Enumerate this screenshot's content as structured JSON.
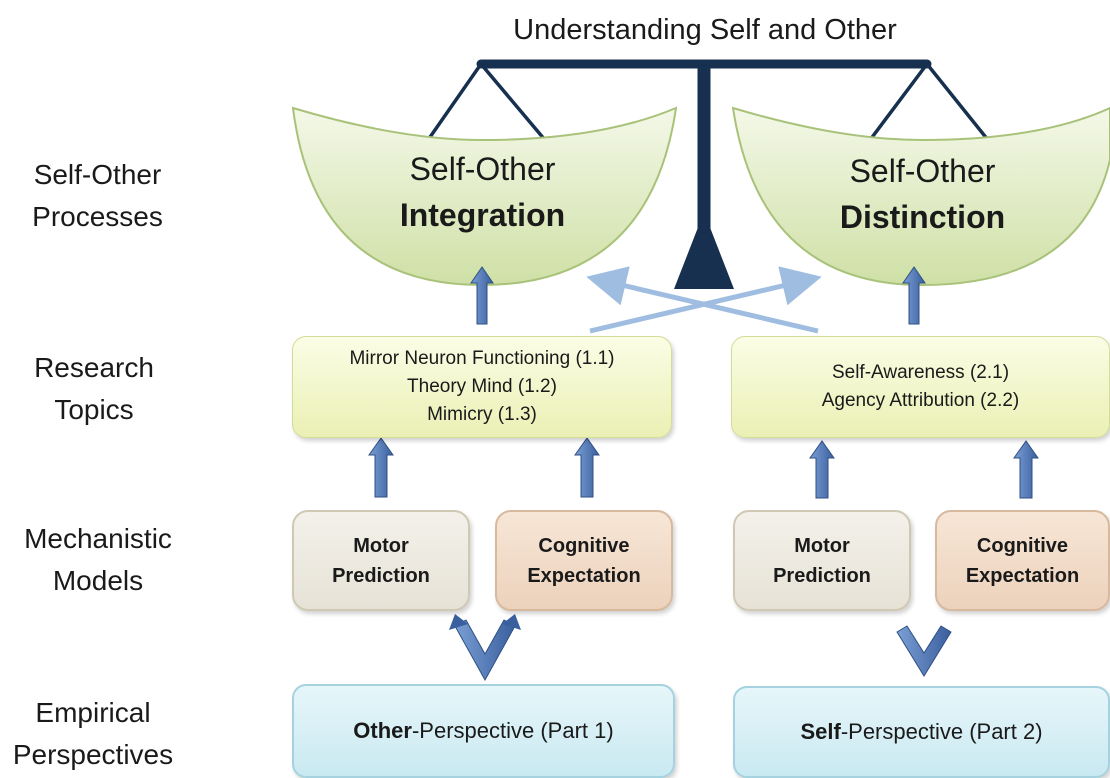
{
  "title": "Understanding Self and Other",
  "row_labels": {
    "processes": [
      "Self-Other",
      "Processes"
    ],
    "topics": [
      "Research",
      "Topics"
    ],
    "models": [
      "Mechanistic",
      "Models"
    ],
    "perspectives": [
      "Empirical",
      "Perspectives"
    ]
  },
  "bowls": {
    "left": {
      "line1": "Self-Other",
      "line2": "Integration"
    },
    "right": {
      "line1": "Self-Other",
      "line2": "Distinction"
    }
  },
  "topics": {
    "left": [
      "Mirror Neuron Functioning (1.1)",
      "Theory Mind (1.2)",
      "Mimicry (1.3)"
    ],
    "right": [
      "Self-Awareness (2.1)",
      "Agency Attribution (2.2)"
    ]
  },
  "models": {
    "left_motor": [
      "Motor",
      "Prediction"
    ],
    "left_cognitive": [
      "Cognitive",
      "Expectation"
    ],
    "right_motor": [
      "Motor",
      "Prediction"
    ],
    "right_cognitive": [
      "Cognitive",
      "Expectation"
    ]
  },
  "perspectives": {
    "left": {
      "bold": "Other",
      "rest": "-Perspective (Part 1)"
    },
    "right": {
      "bold": "Self",
      "rest": "-Perspective (Part 2)"
    }
  },
  "colors": {
    "scale": "#17304f",
    "bowl_fill": "#d9e8b8",
    "bowl_stroke": "#a9c27a",
    "arrow_blue": "#4a73b0",
    "cross_arrow": "#9fbde0"
  }
}
